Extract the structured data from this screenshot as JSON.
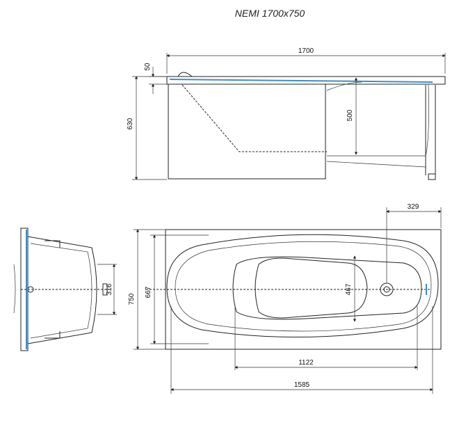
{
  "title": "NEMI 1700x750",
  "side_view": {
    "dim_length": "1700",
    "dim_rim": "50",
    "dim_height": "630",
    "dim_depth": "500"
  },
  "end_view": {
    "dim_drain": "316"
  },
  "top_view": {
    "dim_drain_offset": "329",
    "dim_width": "750",
    "dim_inner_width": "667",
    "dim_bottom_width": "467",
    "dim_bottom_length": "1122",
    "dim_inner_length": "1585"
  },
  "colors": {
    "line": "#222222",
    "accent": "#3a8fc8",
    "background": "#ffffff"
  }
}
